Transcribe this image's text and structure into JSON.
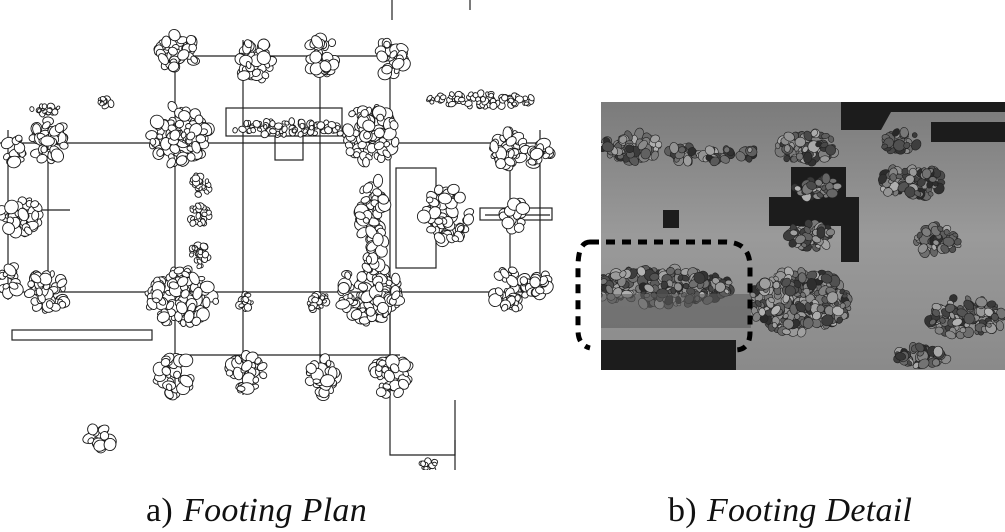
{
  "figure": {
    "panels": [
      {
        "label": "a)",
        "title": "Footing  Plan"
      },
      {
        "label": "b)",
        "title": "Footing  Detail"
      }
    ],
    "colors": {
      "ink": "#1a1a1a",
      "photo_mid": "#8d8d8d",
      "photo_dark": "#1c1c1c",
      "callout": "#000000"
    }
  }
}
